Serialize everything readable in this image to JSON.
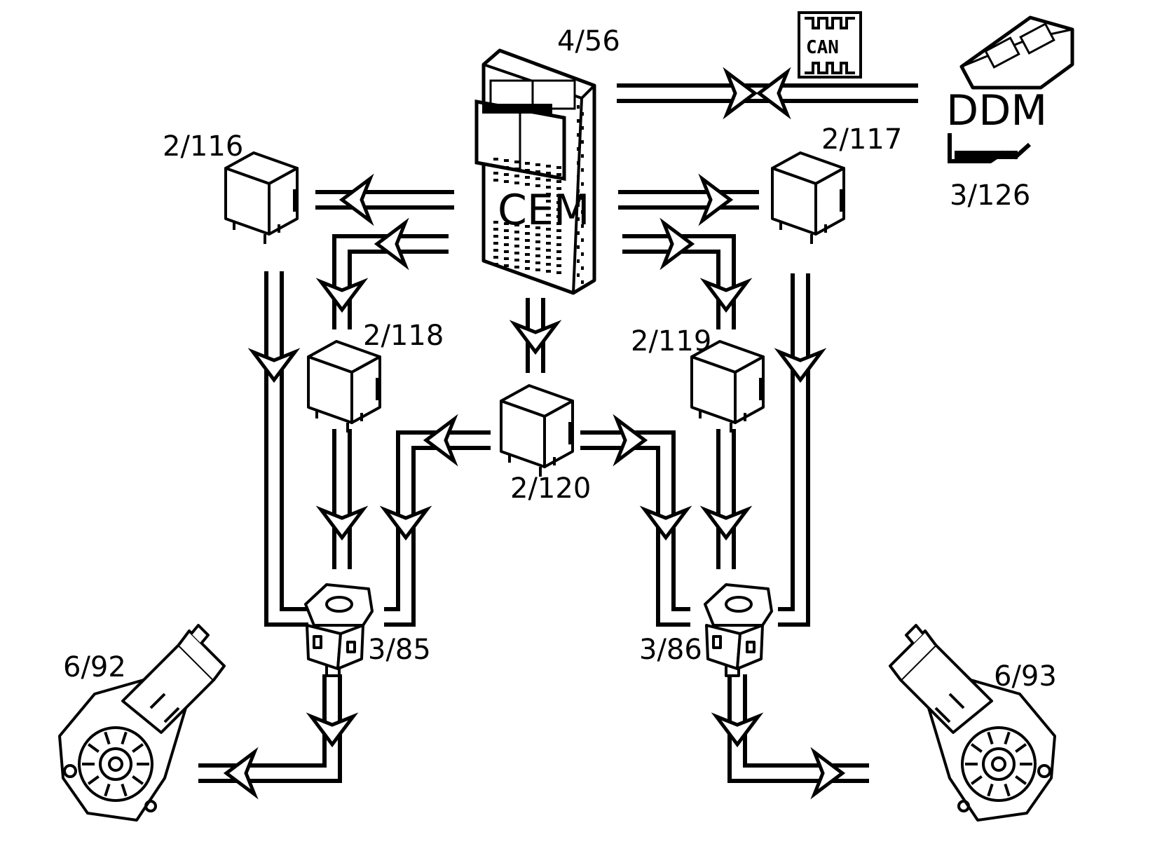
{
  "diagram": {
    "cem_module": {
      "ref": "4/56",
      "name": "CEM"
    },
    "ddm_module": {
      "ref": "3/126",
      "name": "DDM"
    },
    "can_bus_label": "CAN",
    "relays": {
      "r116": "2/116",
      "r117": "2/117",
      "r118": "2/118",
      "r119": "2/119",
      "r120": "2/120"
    },
    "switches": {
      "left": "3/85",
      "right": "3/86"
    },
    "motors": {
      "left": "6/92",
      "right": "6/93"
    }
  },
  "colors": {
    "ink": "#000000",
    "background": "#ffffff"
  }
}
